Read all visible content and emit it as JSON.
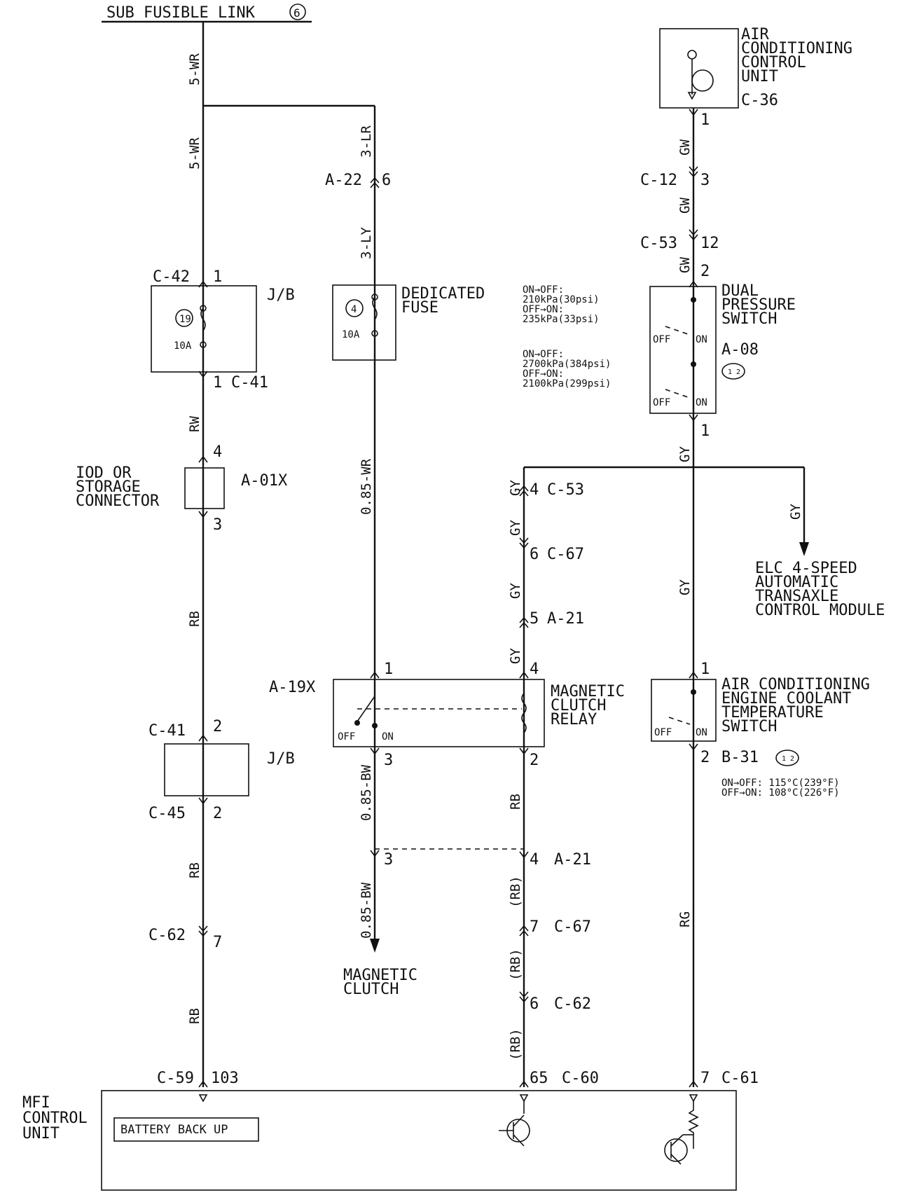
{
  "top_label": "SUB FUSIBLE LINK",
  "top_label_num": "6",
  "wires": {
    "w_5wr_a": "5-WR",
    "w_5wr_b": "5-WR",
    "w_3lr": "3-LR",
    "w_3ly": "3-LY",
    "w_rw": "RW",
    "w_rb_a": "RB",
    "w_rb_b": "RB",
    "w_rb_c": "RB",
    "w_085wr": "0.85-WR",
    "w_085bw_a": "0.85-BW",
    "w_085bw_b": "0.85-BW",
    "w_gw_a": "GW",
    "w_gw_b": "GW",
    "w_gw_c": "GW",
    "w_gy_a": "GY",
    "w_gy_b": "GY",
    "w_gy_c": "GY",
    "w_gy_d": "GY",
    "w_gy_e": "GY",
    "w_gy_f": "GY",
    "w_gy_g": "GY",
    "w_rb_m": "RB",
    "w_rb_p1": "(RB)",
    "w_rb_p2": "(RB)",
    "w_rb_p3": "(RB)",
    "w_rg": "RG"
  },
  "connectors": {
    "c42": "C-42",
    "c41a": "C-41",
    "c41b": "C-41",
    "c45": "C-45",
    "c62a": "C-62",
    "c59": "C-59",
    "a22": "A-22",
    "a01x": "A-01X",
    "a19x": "A-19X",
    "c36": "C-36",
    "c12": "C-12",
    "c53a": "C-53",
    "c53b": "C-53",
    "a08": "A-08",
    "c67a": "C-67",
    "c67b": "C-67",
    "a21a": "A-21",
    "a21b": "A-21",
    "c62b": "C-62",
    "b31": "B-31",
    "c60": "C-60",
    "c61": "C-61"
  },
  "pins": {
    "p_c42": "1",
    "p_c41a": "1",
    "p_a01x_top": "4",
    "p_a01x_bot": "3",
    "p_c41b": "2",
    "p_c45": "2",
    "p_c62a": "7",
    "p_c59": "103",
    "p_a22": "6",
    "p_relay_top": "1",
    "p_relay_bot": "3",
    "p_split": "3",
    "p_c36": "1",
    "p_c12": "3",
    "p_c53a": "12",
    "p_dps_top": "2",
    "p_dps_bot": "1",
    "p_c53b": "4",
    "p_c67a": "6",
    "p_a21a": "5",
    "p_relay_coil_top": "4",
    "p_relay_coil_bot": "2",
    "p_a21b": "4",
    "p_c67b": "7",
    "p_c62b": "6",
    "p_c60": "65",
    "p_ect_top": "1",
    "p_ect_bot": "2",
    "p_c61": "7"
  },
  "components": {
    "jb": "J/B",
    "jb2": "J/B",
    "fuse19_num": "19",
    "fuse19_amp": "10A",
    "ded_fuse": [
      "DEDICATED",
      "FUSE"
    ],
    "fuse4_num": "4",
    "fuse4_amp": "10A",
    "iod": [
      "IOD OR",
      "STORAGE",
      "CONNECTOR"
    ],
    "accu": [
      "AIR",
      "CONDITIONING",
      "CONTROL",
      "UNIT"
    ],
    "dps": [
      "DUAL",
      "PRESSURE",
      "SWITCH"
    ],
    "dps_spec1": [
      "ON→OFF:",
      "210kPa(30psi)",
      "OFF→ON:",
      "235kPa(33psi)"
    ],
    "dps_spec2": [
      "ON→OFF:",
      "2700kPa(384psi)",
      "OFF→ON:",
      "2100kPa(299psi)"
    ],
    "off": "OFF",
    "on": "ON",
    "relay": [
      "MAGNETIC",
      "CLUTCH",
      "RELAY"
    ],
    "elc": [
      "ELC 4-SPEED",
      "AUTOMATIC",
      "TRANSAXLE",
      "CONTROL MODULE"
    ],
    "ect": [
      "AIR CONDITIONING",
      "ENGINE COOLANT",
      "TEMPERATURE",
      "SWITCH"
    ],
    "ect_spec": [
      "ON→OFF: 115°C(239°F)",
      "OFF→ON: 108°C(226°F)"
    ],
    "mag_clutch": [
      "MAGNETIC",
      "CLUTCH"
    ],
    "mfi": [
      "MFI",
      "CONTROL",
      "UNIT"
    ],
    "battery": "BATTERY BACK UP"
  }
}
